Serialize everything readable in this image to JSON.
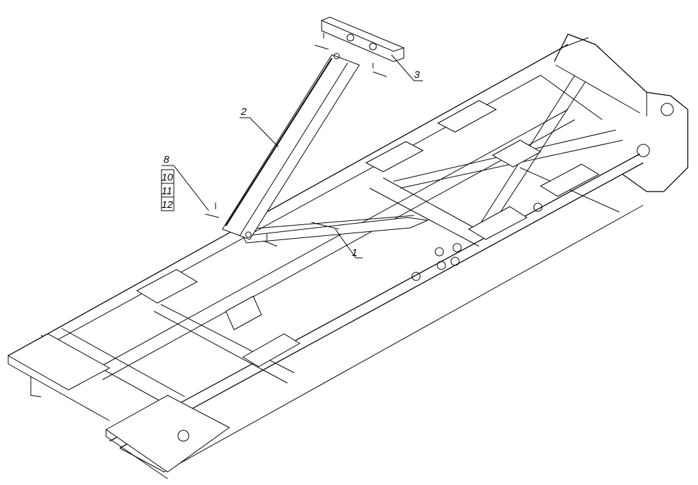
{
  "diagram": {
    "parts": [
      {
        "id": "part-1",
        "label": "1"
      },
      {
        "id": "part-2",
        "label": "2"
      },
      {
        "id": "part-3",
        "label": "3"
      },
      {
        "id": "part-8",
        "label": "8"
      },
      {
        "id": "part-10",
        "label": "10"
      },
      {
        "id": "part-11",
        "label": "11"
      },
      {
        "id": "part-12",
        "label": "12"
      }
    ]
  },
  "colors": {
    "line": "#000000",
    "background": "#ffffff"
  }
}
